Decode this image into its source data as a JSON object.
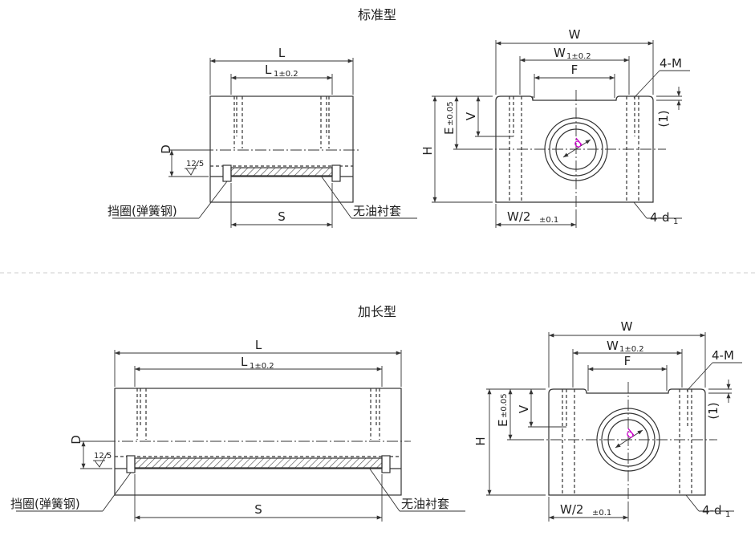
{
  "sections": [
    {
      "title": "标准型",
      "side": {
        "L": "L",
        "L1": "L",
        "L1_tol": "1±0.2",
        "D": "D",
        "S": "S",
        "rough": "12.5",
        "retainer": "挡圈(弹簧钢)",
        "bushing": "无油衬套"
      },
      "front": {
        "W": "W",
        "W1": "W",
        "W1_tol": "1±0.2",
        "F": "F",
        "M": "4-M",
        "one": "(1)",
        "E": "E",
        "E_tol": "±0.05",
        "V": "V",
        "H": "H",
        "d": "d",
        "W2": "W/2",
        "W2_tol": "±0.1",
        "d1": "4-d",
        "d1_sub": "1"
      }
    },
    {
      "title": "加长型",
      "side": {
        "L": "L",
        "L1": "L",
        "L1_tol": "1±0.2",
        "D": "D",
        "S": "S",
        "rough": "12.5",
        "retainer": "挡圈(弹簧钢)",
        "bushing": "无油衬套"
      },
      "front": {
        "W": "W",
        "W1": "W",
        "W1_tol": "1±0.2",
        "F": "F",
        "M": "4-M",
        "one": "(1)",
        "E": "E",
        "E_tol": "±0.05",
        "V": "V",
        "H": "H",
        "d": "d",
        "W2": "W/2",
        "W2_tol": "±0.1",
        "d1": "4-d",
        "d1_sub": "1"
      }
    }
  ],
  "colors": {
    "line": "#333333",
    "accent": "#cc00cc",
    "divider": "#cccccc"
  }
}
